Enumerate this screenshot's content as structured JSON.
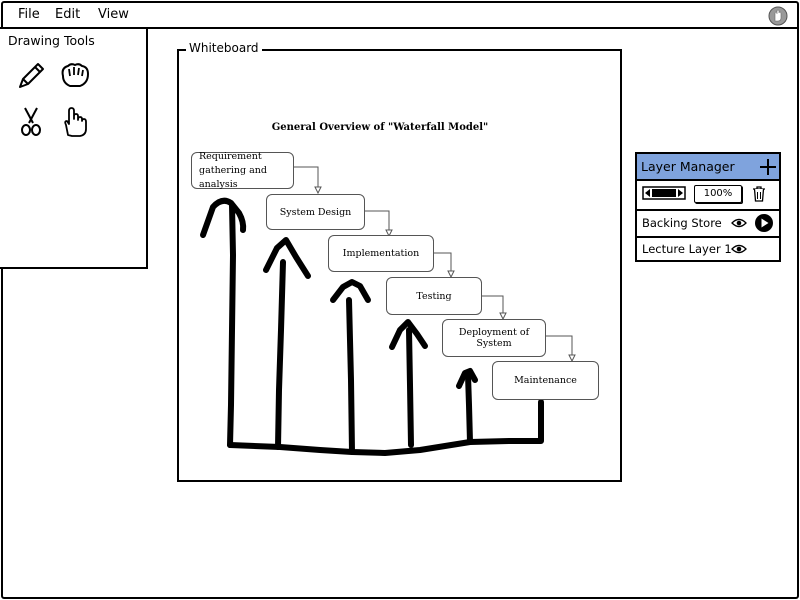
{
  "menu": {
    "items": [
      "File",
      "Edit",
      "View"
    ]
  },
  "tools_panel": {
    "title": "Drawing Tools",
    "tools": [
      "pencil-tool",
      "eraser-glove-tool",
      "scissors-tool",
      "hand-pan-tool"
    ]
  },
  "whiteboard": {
    "title": "Whiteboard",
    "diagram": {
      "title": "General Overview of \"Waterfall Model\"",
      "steps": [
        "Requirement gathering and analysis",
        "System Design",
        "Implementation",
        "Testing",
        "Deployment of System",
        "Maintenance"
      ]
    }
  },
  "layer_manager": {
    "title": "Layer Manager",
    "zoom": "100%",
    "layers": [
      {
        "name": "Backing Store",
        "visible": true,
        "active": true
      },
      {
        "name": "Lecture Layer 1",
        "visible": true,
        "active": false
      }
    ]
  },
  "colors": {
    "header_blue": "#7fa3dd",
    "ink": "#000000"
  }
}
